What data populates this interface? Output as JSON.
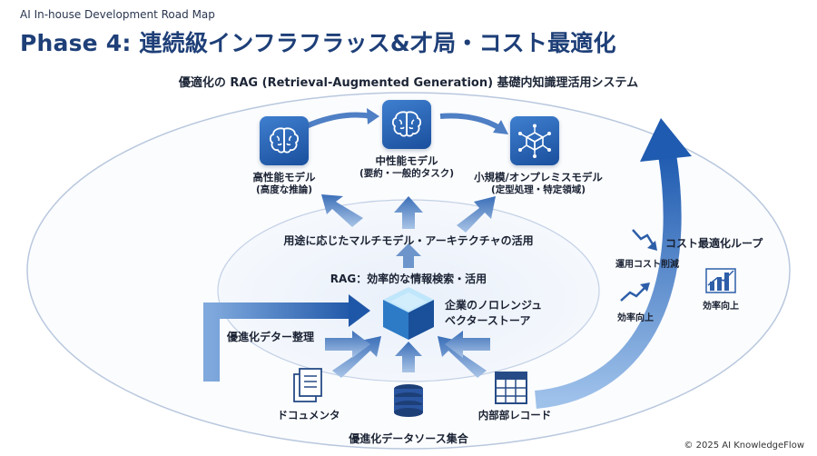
{
  "header": {
    "eyebrow": "AI In-house Development Road Map",
    "title": "Phase 4: 連続級インフラフラッス&才局・コスト最適化",
    "subtitle": "優適化の RAG (Retrieval-Augmented Generation) 基礎内知識理活用システム"
  },
  "models": [
    {
      "name": "高性能モデル",
      "detail": "(高度な推論)",
      "icon": "brain-icon"
    },
    {
      "name": "中性能モデル",
      "detail": "(要約・一般的タスク)",
      "icon": "brain-icon"
    },
    {
      "name": "小規模/オンプレミスモデル",
      "detail": "(定型処理・特定領域)",
      "icon": "network-cube-icon"
    }
  ],
  "middle": {
    "multimodel": "用途に応じたマルチモデル・アーキテクチャの活用",
    "rag": "RAG：効率的な情報検索・活用",
    "vector_store_line1": "企業のノロレンジュ",
    "vector_store_line2": "ベクターストーア",
    "data_prep": "優進化デター整理"
  },
  "sources": {
    "title": "優進化データソース集合",
    "items": [
      {
        "label": "ドコュメンタ",
        "icon": "document-icon"
      },
      {
        "label": "",
        "icon": "database-icon"
      },
      {
        "label": "内部部レコード",
        "icon": "spreadsheet-icon"
      }
    ]
  },
  "loop": {
    "title": "コスト最適化ループ",
    "cost_cut": "運用コスト削減",
    "eff1": "効率向上",
    "eff2": "効率向上"
  },
  "footer": {
    "copyright": "© 2025 AI KnowledgeFlow"
  },
  "colors": {
    "primary": "#1e3f78",
    "accent": "#2d6cc0",
    "ring": "#b5c6df"
  }
}
